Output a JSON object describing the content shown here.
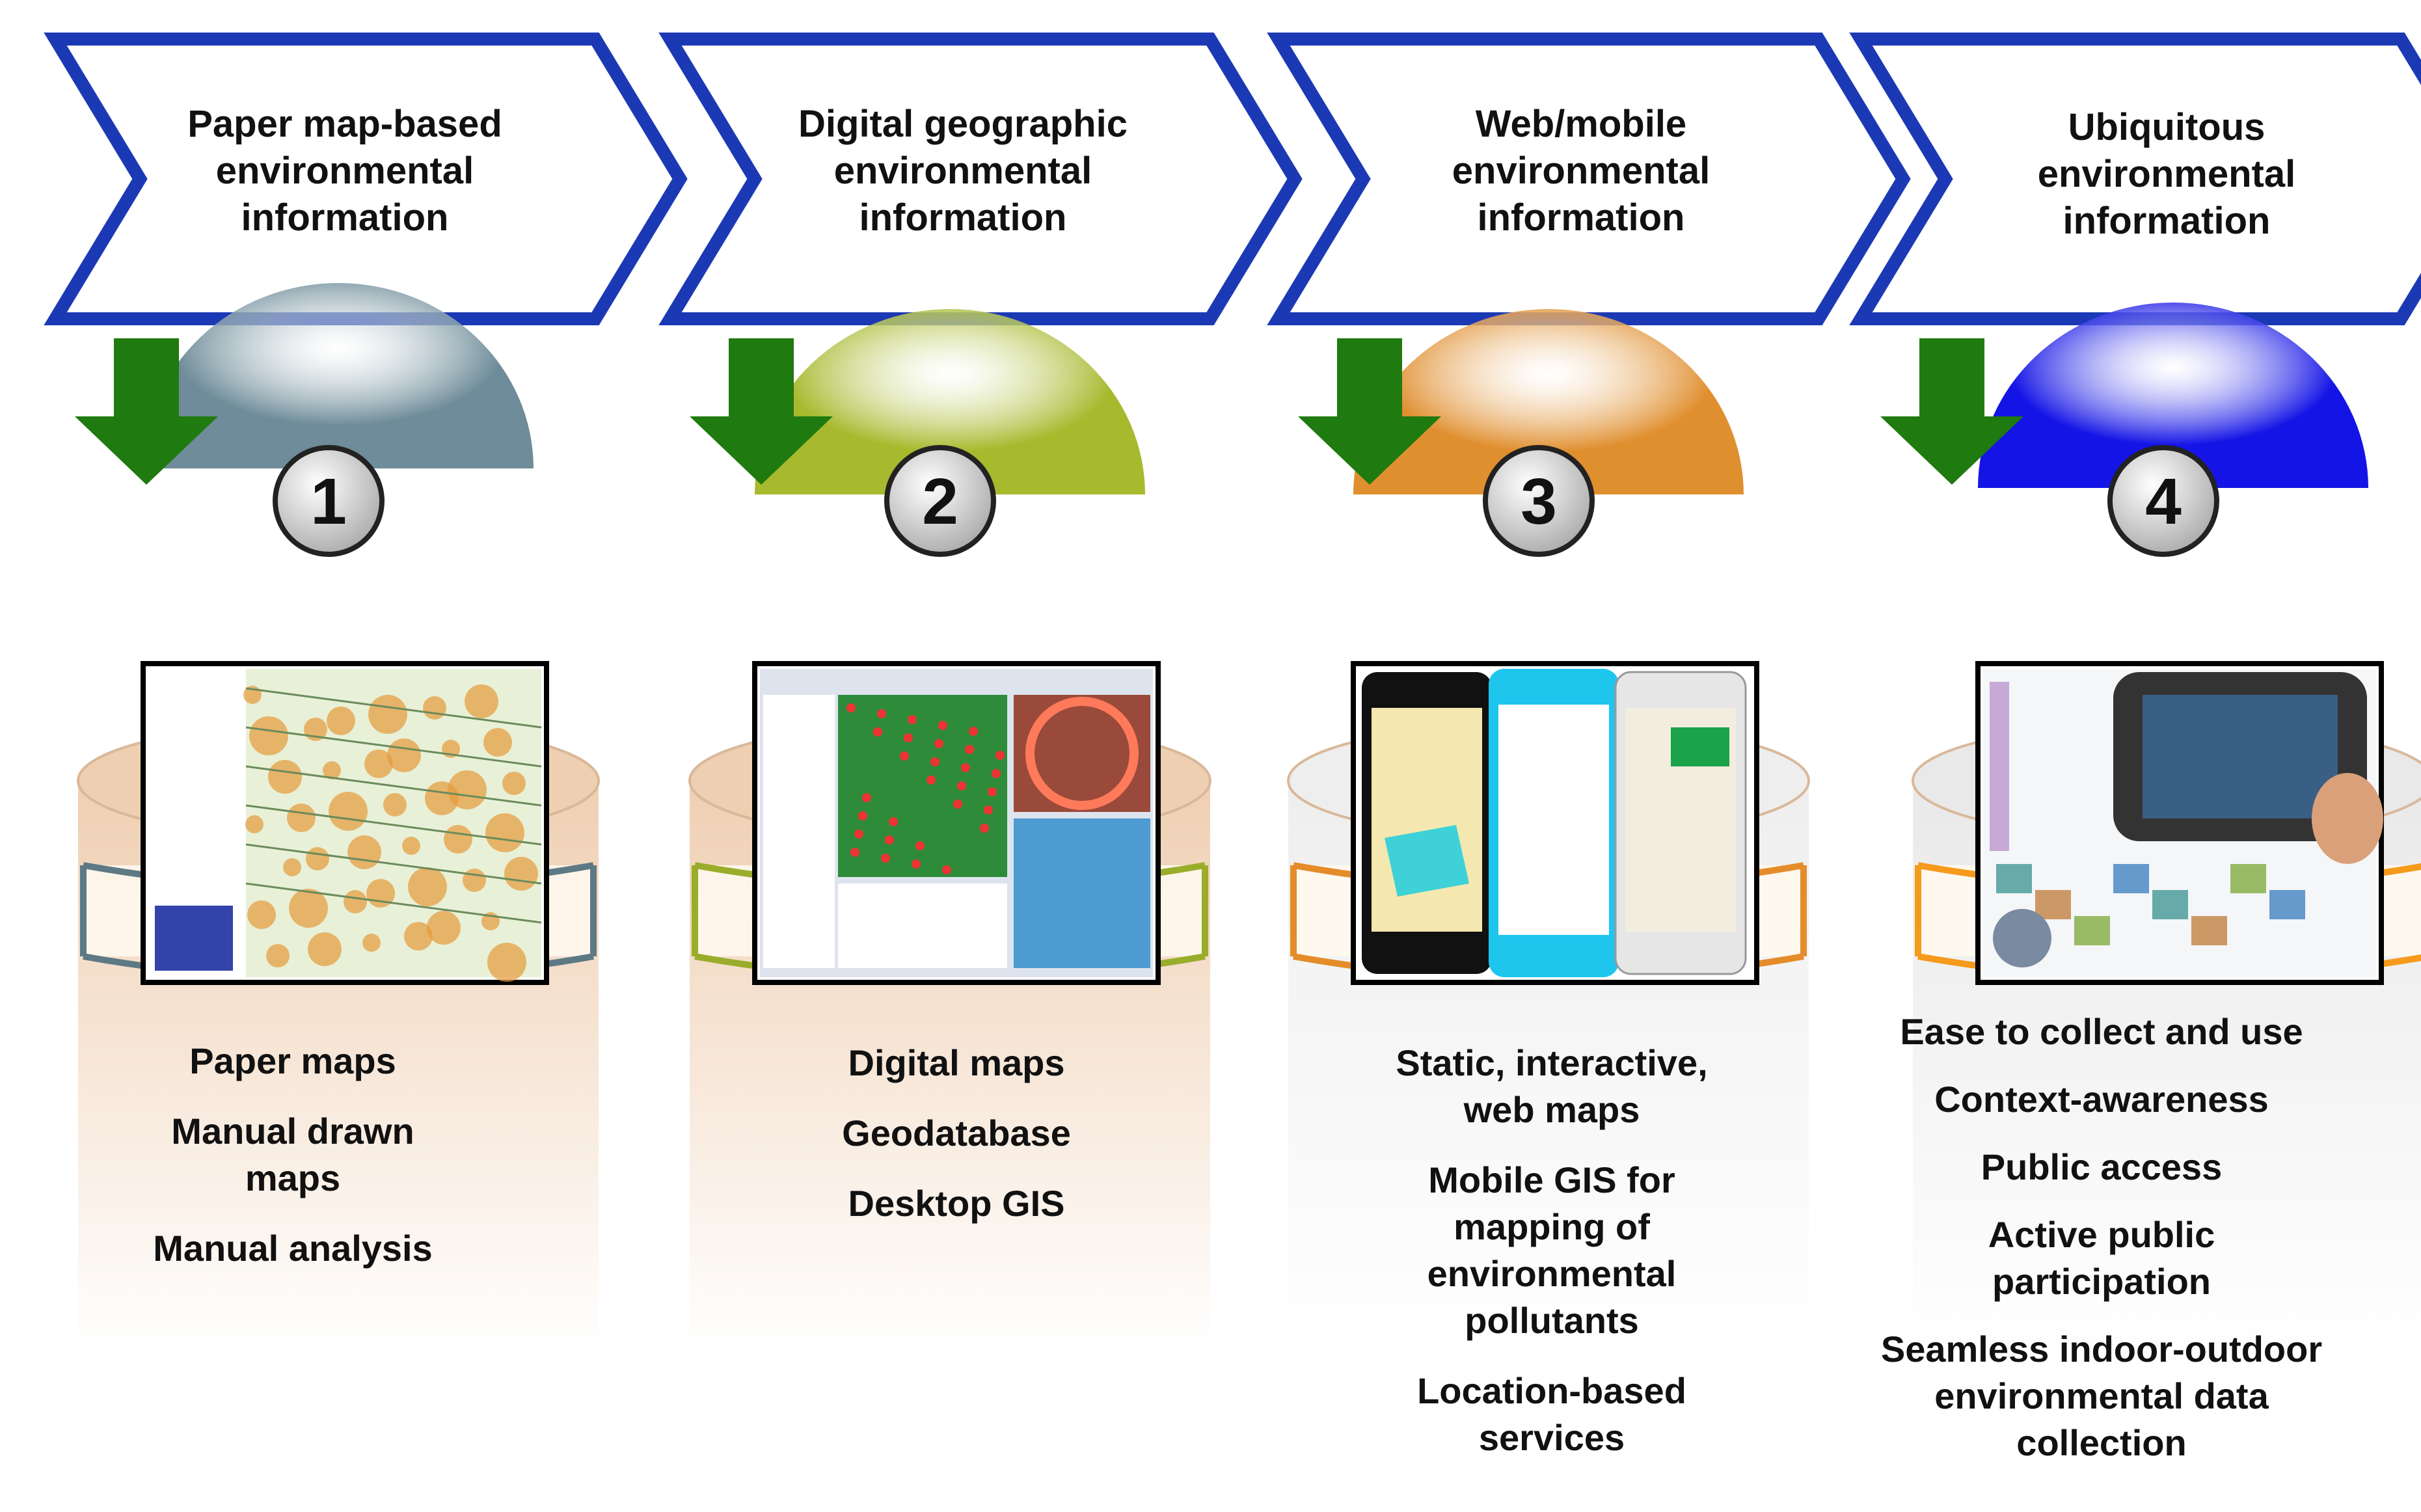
{
  "colors": {
    "chevron_border": "#1c39b5",
    "arrow": "#1f7a0f",
    "stage_colors": [
      "#6e8c99",
      "#a7b92d",
      "#e08f2f",
      "#1414e6"
    ],
    "band_colors": [
      "#5d7984",
      "#9aad2b",
      "#e48c2a",
      "#f59a1a"
    ],
    "base_colors": [
      "#efcfb2",
      "#efcfb2",
      "#eeeeee",
      "#e9e9e9"
    ]
  },
  "stages": [
    {
      "number": "1",
      "chevron_lines": [
        "Paper map-based",
        "environmental",
        "information"
      ],
      "items": [
        "Paper maps",
        "Manual drawn maps",
        "Manual analysis"
      ],
      "screen_icon": "paper-map-image"
    },
    {
      "number": "2",
      "chevron_lines": [
        "Digital geographic",
        "environmental",
        "information"
      ],
      "items": [
        "Digital maps",
        "Geodatabase",
        "Desktop GIS"
      ],
      "screen_icon": "desktop-gis-screenshot"
    },
    {
      "number": "3",
      "chevron_lines": [
        "Web/mobile",
        "environmental",
        "information"
      ],
      "items": [
        "Static, interactive, web maps",
        "Mobile GIS for mapping of environmental pollutants",
        "Location-based services"
      ],
      "screen_icon": "mobile-phones-image"
    },
    {
      "number": "4",
      "chevron_lines": [
        "Ubiquitous",
        "environmental",
        "information"
      ],
      "items": [
        "Ease to collect and use",
        "Context-awareness",
        "Public access",
        "Active public participation",
        "Seamless indoor-outdoor environmental data collection"
      ],
      "screen_icon": "ubiquitous-collage-image"
    }
  ]
}
